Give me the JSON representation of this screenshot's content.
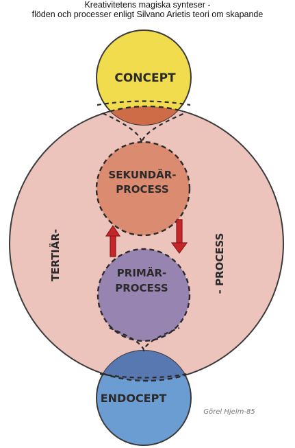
{
  "header": {
    "title_line1": "Kreativitetens magiska synteser -",
    "title_line2": "flöden och processer enligt Silvano Arietis teori om skapande"
  },
  "diagram": {
    "concept_label": "CONCEPT",
    "secondary_label_line1": "SEKUNDÄR-",
    "secondary_label_line2": "PROCESS",
    "primary_label_line1": "PRIMÄR-",
    "primary_label_line2": "PROCESS",
    "tertiary_left_label": "TERTIÄR-",
    "tertiary_right_label": "- PROCESS",
    "endocept_label": "ENDOCEPT",
    "signature": "Görel Hjelm-85"
  },
  "colors": {
    "concept": "#f1dc4e",
    "tertiary": "#ecc4bc",
    "secondary": "#db8b70",
    "primary": "#9884b0",
    "endocept": "#6c9dd2",
    "overlap_red": "#cf6c48",
    "overlap_blue": "#5878b2",
    "arrow": "#c4262a",
    "outline": "#2a2a2a"
  }
}
